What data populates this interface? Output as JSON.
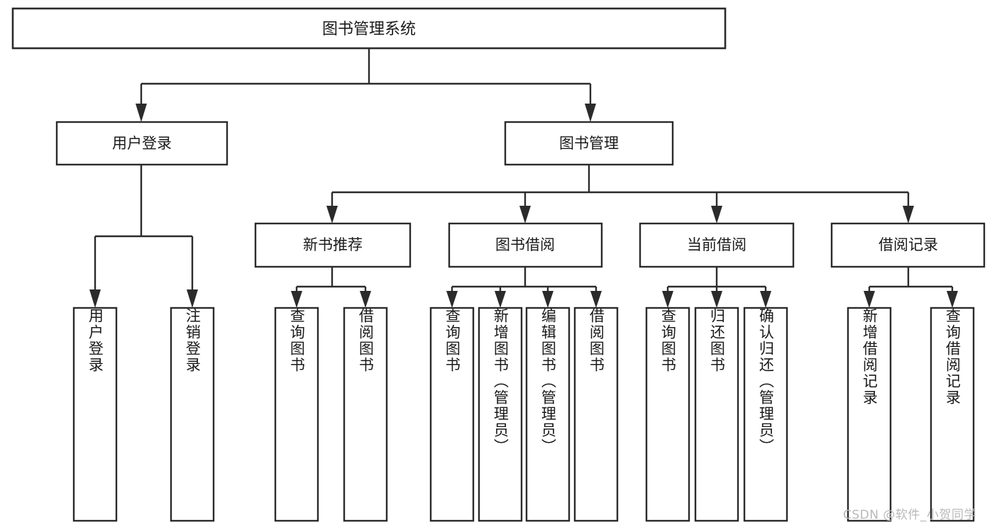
{
  "diagram": {
    "type": "tree-hierarchy",
    "title": "图书管理系统",
    "orientation": "top-down",
    "background_color": "#ffffff",
    "line_color": "#2b2b2b",
    "text_color": "#1a1a1a",
    "root": {
      "id": "root",
      "label": "图书管理系统"
    },
    "level2": [
      {
        "id": "user-login",
        "label": "用户登录"
      },
      {
        "id": "book-manage",
        "label": "图书管理"
      }
    ],
    "level3": [
      {
        "id": "new-book-rec",
        "label": "新书推荐",
        "parent": "book-manage"
      },
      {
        "id": "book-borrow",
        "label": "图书借阅",
        "parent": "book-manage"
      },
      {
        "id": "current-borrow",
        "label": "当前借阅",
        "parent": "book-manage"
      },
      {
        "id": "borrow-record",
        "label": "借阅记录",
        "parent": "book-manage"
      }
    ],
    "leaves": [
      {
        "id": "leaf-user-login",
        "label": "用户登录",
        "parent": "user-login"
      },
      {
        "id": "leaf-user-logout",
        "label": "注销登录",
        "parent": "user-login"
      },
      {
        "id": "leaf-rec-query",
        "label": "查询图书",
        "parent": "new-book-rec"
      },
      {
        "id": "leaf-rec-borrow",
        "label": "借阅图书",
        "parent": "new-book-rec"
      },
      {
        "id": "leaf-borrow-query",
        "label": "查询图书",
        "parent": "book-borrow"
      },
      {
        "id": "leaf-borrow-add",
        "label": "新增图书（管理员）",
        "parent": "book-borrow"
      },
      {
        "id": "leaf-borrow-edit",
        "label": "编辑图书（管理员）",
        "parent": "book-borrow"
      },
      {
        "id": "leaf-borrow-lend",
        "label": "借阅图书",
        "parent": "book-borrow"
      },
      {
        "id": "leaf-cur-query",
        "label": "查询图书",
        "parent": "current-borrow"
      },
      {
        "id": "leaf-cur-return",
        "label": "归还图书",
        "parent": "current-borrow"
      },
      {
        "id": "leaf-cur-confirm",
        "label": "确认归还（管理员）",
        "parent": "current-borrow"
      },
      {
        "id": "leaf-rec-add",
        "label": "新增借阅记录",
        "parent": "borrow-record"
      },
      {
        "id": "leaf-rec-query-record",
        "label": "查询借阅记录",
        "parent": "borrow-record"
      }
    ]
  },
  "watermark": {
    "text": "CSDN @软件_小贺同学"
  }
}
